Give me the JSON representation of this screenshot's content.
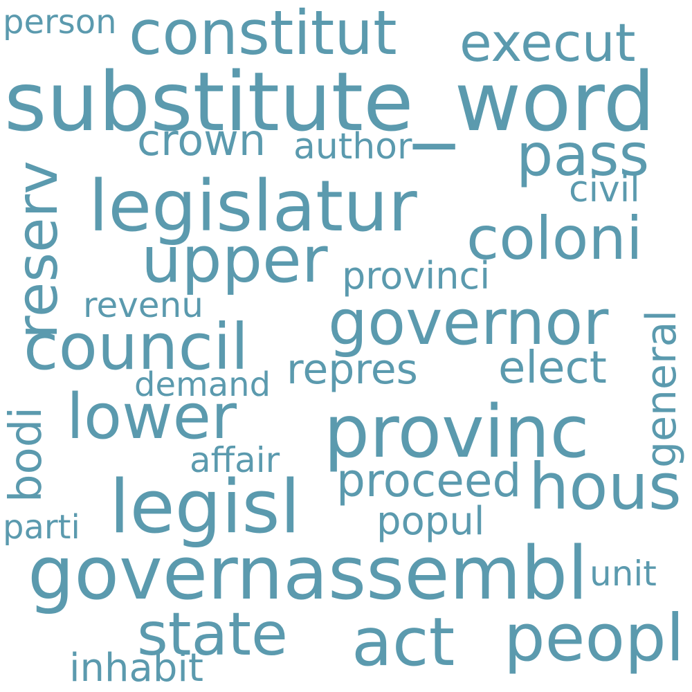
{
  "word_color": "#5b9aae",
  "background": "#ffffff",
  "words": {
    "substitute_word": "substitute_word",
    "constitut": "constitut",
    "execut": "execut",
    "person": "person",
    "pass": "pass",
    "crown": "crown",
    "author": "author",
    "legislatur": "legislatur",
    "reserv": "reserv",
    "civil": "civil",
    "coloni": "coloni",
    "upper": "upper",
    "provinci": "provinci",
    "revenu": "revenu",
    "governor": "governor",
    "council": "council",
    "general": "general",
    "repres": "repres",
    "elect": "elect",
    "demand": "demand",
    "lower": "lower",
    "provinc": "provinc",
    "bodi": "bodi",
    "affair": "affair",
    "proceed": "proceed",
    "hous": "hous",
    "legisl": "legisl",
    "popul": "popul",
    "parti": "parti",
    "governassembl": "governassembl",
    "unit": "unit",
    "state": "state",
    "act": "act",
    "peopl": "peopl",
    "inhabit": "inhabit"
  }
}
